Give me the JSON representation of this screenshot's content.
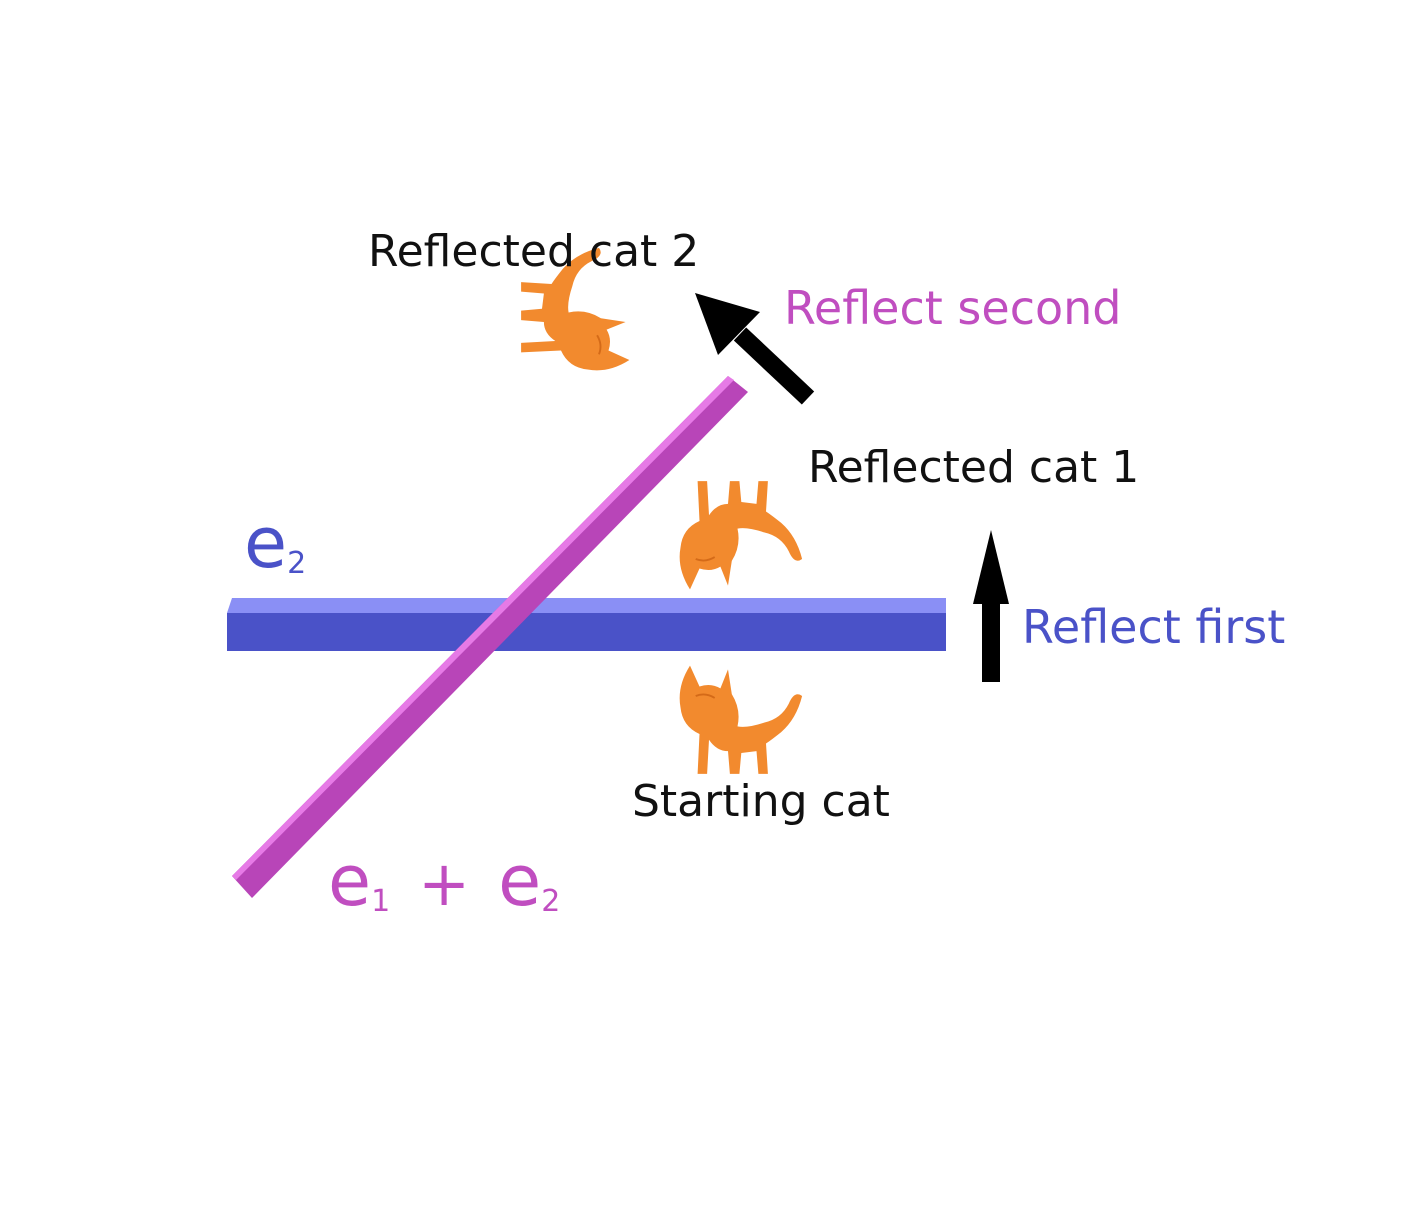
{
  "labels": {
    "reflected_cat_2": "Reflected cat 2",
    "reflect_second": "Reflect second",
    "reflected_cat_1": "Reflected cat 1",
    "reflect_first": "Reflect first",
    "starting_cat": "Starting cat"
  },
  "vectors": {
    "e2_base": "e",
    "e2_sub": "2",
    "sum_e1_base": "e",
    "sum_e1_sub": "1",
    "sum_plus": "+",
    "sum_e2_base": "e",
    "sum_e2_sub": "2"
  },
  "colors": {
    "blue_mirror": "#4a52c8",
    "purple_mirror": "#c04ec0",
    "cat": "#f28a2e",
    "arrow": "#000000",
    "text": "#111111"
  },
  "icons": [
    "cat-icon",
    "arrow-up-icon",
    "arrow-diagonal-icon"
  ]
}
